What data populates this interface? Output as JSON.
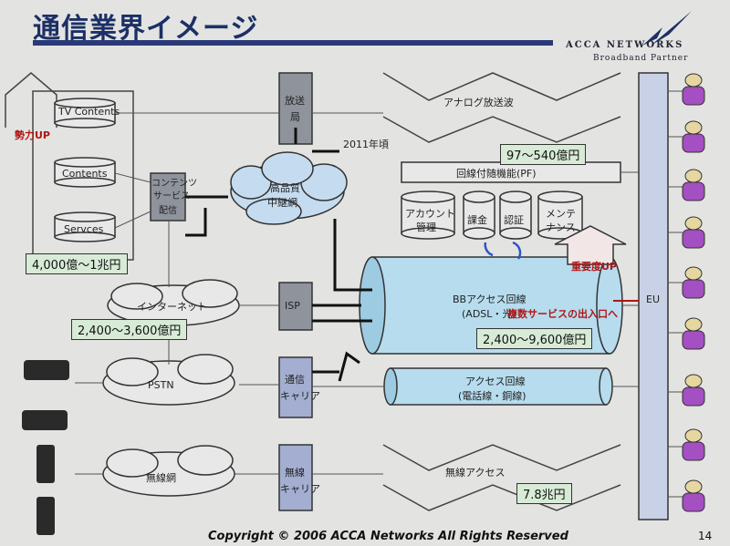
{
  "header": {
    "title": "通信業界イメージ"
  },
  "logo": {
    "name": "ACCA NETWORKS",
    "tagline": "Broadband Partner"
  },
  "content": {
    "tv_contents": "TV Contents",
    "contents": "Contents",
    "services": "Servces",
    "value_up": "勢力UP",
    "cds_line1": "コンテンツ",
    "cds_line2": "サービス",
    "cds_line3": "配信",
    "market_contents": "4,000億～1兆円",
    "broadcast_line1": "放送",
    "broadcast_line2": "局",
    "year_2011": "2011年頃",
    "hq_line1": "高品質",
    "hq_line2": "中継網",
    "analog": "アナログ放送波",
    "market_pf": "97～540億円",
    "pf_label": "回線付随機能(PF)",
    "acct_line1": "アカウント",
    "acct_line2": "管理",
    "billing": "課金",
    "auth": "認証",
    "maint_line1": "メンテ",
    "maint_line2": "ナンス",
    "importance": "重要度UP",
    "internet": "インターネット",
    "market_internet": "2,400～3,600億円",
    "isp": "ISP",
    "bb_line1": "BBアクセス回線",
    "bb_line2": "(ADSL・光)",
    "multi_service": "複数サービスの出入口へ",
    "market_bb": "2,400～9,600億円",
    "eu": "EU",
    "pstn": "PSTN",
    "telco_line1": "通信",
    "telco_line2": "キャリア",
    "access_line1": "アクセス回線",
    "access_line2": "(電話線・銅線)",
    "wireless_net": "無線網",
    "wireless_carrier_line1": "無線",
    "wireless_carrier_line2": "キャリア",
    "wireless_access": "無線アクセス",
    "market_wireless": "7.8兆円"
  },
  "footer": {
    "copyright": "Copyright © 2006 ACCA Networks All Rights Reserved",
    "page": "14"
  }
}
